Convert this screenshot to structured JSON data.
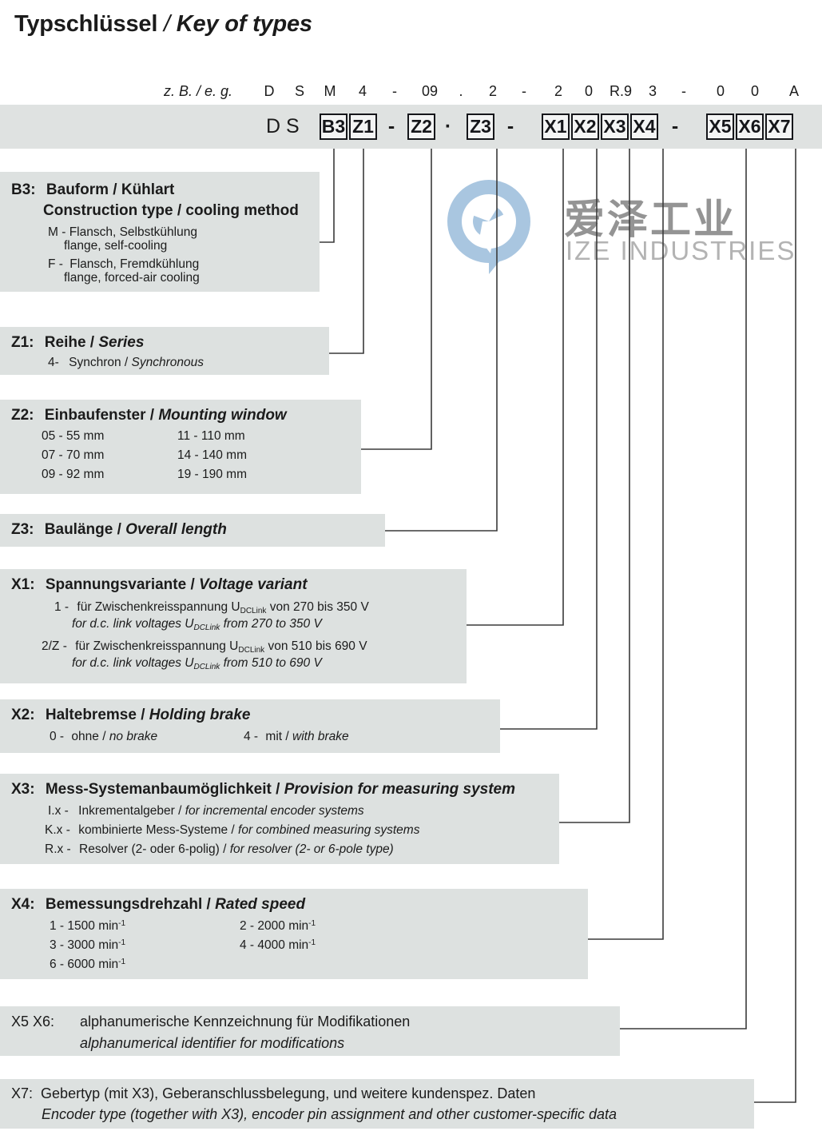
{
  "title": {
    "german": "Typschlüssel",
    "separator": " / ",
    "english": "Key of types"
  },
  "example": {
    "label": "z. B. / e. g.",
    "tokens": [
      "D",
      "S",
      "M",
      "4",
      "-",
      "09",
      ".",
      "2",
      "-",
      "2",
      "0",
      "R.9",
      "3",
      "-",
      "0",
      "0",
      "A"
    ]
  },
  "code_band": {
    "prefix": "D S",
    "boxes": [
      "B3",
      "Z1",
      "Z2",
      "Z3",
      "X1",
      "X2",
      "X3",
      "X4",
      "X5",
      "X6",
      "X7"
    ],
    "dash1": "-",
    "dot": "·",
    "dash2": "-",
    "dash3": "-"
  },
  "watermark": {
    "chinese": "爱泽工业",
    "english": "IZE INDUSTRIES",
    "mark_color": "#a9c6e0",
    "text_color": "#8c8c8c"
  },
  "blocks": {
    "b3": {
      "code": "B3:",
      "title_de": "Bauform / Kühlart",
      "title_en": "Construction type / cooling method",
      "options": [
        {
          "key": "M -",
          "de": "Flansch, Selbstkühlung",
          "en": "flange, self-cooling"
        },
        {
          "key": "F -",
          "de": "Flansch, Fremdkühlung",
          "en": "flange, forced-air cooling"
        }
      ]
    },
    "z1": {
      "code": "Z1:",
      "title_de": "Reihe / ",
      "title_en": "Series",
      "option": {
        "key": "4-",
        "de": "Synchron / ",
        "en": "Synchronous"
      }
    },
    "z2": {
      "code": "Z2:",
      "title_de": "Einbaufenster / ",
      "title_en": "Mounting window",
      "left": [
        "05 - 55 mm",
        "07 - 70 mm",
        "09 - 92 mm"
      ],
      "right": [
        "11 - 110 mm",
        "14 - 140 mm",
        "19 - 190 mm"
      ]
    },
    "z3": {
      "code": "Z3:",
      "title_de": "Baulänge / ",
      "title_en": "Overall length"
    },
    "x1": {
      "code": "X1:",
      "title_de": "Spannungsvariante / ",
      "title_en": "Voltage variant",
      "options": [
        {
          "key": "1 -",
          "de_a": "für Zwischenkreisspannung U",
          "de_sub": "DCLink",
          "de_b": " von 270 bis 350 V",
          "en_a": "for d.c. link voltages U",
          "en_sub": "DCLink",
          "en_b": " from 270 to 350 V"
        },
        {
          "key": "2/Z -",
          "de_a": "für Zwischenkreisspannung U",
          "de_sub": "DCLink",
          "de_b": " von 510 bis 690 V",
          "en_a": "for d.c. link voltages U",
          "en_sub": "DCLink",
          "en_b": " from 510 to 690 V"
        }
      ]
    },
    "x2": {
      "code": "X2:",
      "title_de": "Haltebremse / ",
      "title_en": "Holding brake",
      "left": {
        "key": "0 -",
        "de": "ohne / ",
        "en": "no brake"
      },
      "right": {
        "key": "4 -",
        "de": "mit / ",
        "en": "with brake"
      }
    },
    "x3": {
      "code": "X3:",
      "title_de": "Mess-Systemanbaumöglichkeit / ",
      "title_en": "Provision for measuring system",
      "options": [
        {
          "key": "I.x -",
          "de": "Inkrementalgeber  / ",
          "en": "for incremental encoder systems"
        },
        {
          "key": "K.x -",
          "de": "kombinierte Mess-Systeme / ",
          "en": "for combined measuring systems"
        },
        {
          "key": "R.x -",
          "de": "Resolver (2- oder 6-polig) / ",
          "en": "for resolver (2- or 6-pole type)"
        }
      ]
    },
    "x4": {
      "code": "X4:",
      "title_de": "Bemessungsdrehzahl / ",
      "title_en": "Rated speed",
      "unit": "min",
      "unit_exp": "-1",
      "left": [
        "1 -  1500 ",
        "3 -  3000 ",
        "6 -  6000 "
      ],
      "right": [
        "2 -  2000 ",
        "4 -  4000 "
      ]
    },
    "x5x6": {
      "code": "X5 X6:",
      "title_de": "alphanumerische Kennzeichnung für Modifikationen",
      "title_en": "alphanumerical identifier for modifications"
    },
    "x7": {
      "code": "X7:",
      "title_de": "Gebertyp (mit X3), Geberanschlussbelegung, und weitere kundenspez. Daten",
      "title_en": "Encoder type  (together with  X3), encoder pin assignment and other customer-specific data"
    }
  }
}
